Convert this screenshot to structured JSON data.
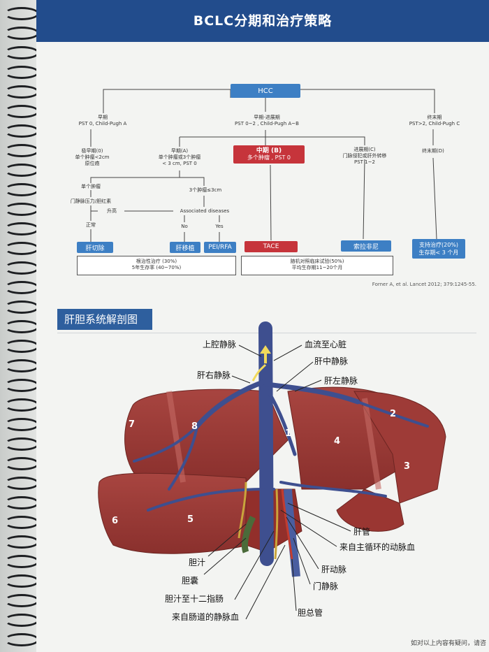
{
  "header": {
    "title": "BCLC分期和治疗策略"
  },
  "flowchart": {
    "root": "HCC",
    "stages": {
      "early": {
        "title": "早期",
        "criteria": "PST 0, Child-Pugh A"
      },
      "early_mid": {
        "title": "早期-进展期",
        "criteria": "PST 0~2 , Child-Pugh A~B"
      },
      "terminal": {
        "title": "终末期",
        "criteria": "PST>2, Child-Pugh C"
      }
    },
    "very_early": {
      "line1": "极早期(0)",
      "line2": "单个肿瘤<2cm",
      "line3": "原位癌"
    },
    "early_a": {
      "line1": "早期(A)",
      "line2": "单个肿瘤或3个肿瘤",
      "line3": "< 3 cm, PST 0"
    },
    "intermediate": {
      "line1": "中期 (B)",
      "line2": "多个肿瘤 , PST 0"
    },
    "advanced": {
      "line1": "进展期(C)",
      "line2": "门脉侵犯或肝外转移",
      "line3": "PST 1~2"
    },
    "end_stage": "终末期(D)",
    "single_tumor": "单个肿瘤",
    "three_tumors": "3个肿瘤≤3cm",
    "portal_pressure": "门静脉压力/胆红素",
    "raised": "升高",
    "associated": "Associated diseases",
    "normal": "正常",
    "no": "No",
    "yes": "Yes",
    "treatments": {
      "resection": "肝切除",
      "transplant": "肝移植",
      "pei_rfa": "PEI/RFA",
      "tace": "TACE",
      "sorafenib": "索拉非尼",
      "supportive_l1": "支持治疗(20%)",
      "supportive_l2": "生存期< 3 个月"
    },
    "summary_curative": {
      "line1": "根治性治疗 (30%)",
      "line2": "5年生存率 (40~70%)"
    },
    "summary_trial": {
      "line1": "随机对照临床试验(50%)",
      "line2": "平均生存期11~20个月"
    },
    "citation": "Forner A, et al. Lancet 2012; 379:1245-55."
  },
  "anatomy": {
    "section_title": "肝胆系统解剖图",
    "labels": {
      "ivc": "上腔静脉",
      "flow_to_heart": "血流至心脏",
      "middle_hv": "肝中静脉",
      "right_hv": "肝右静脉",
      "left_hv": "肝左静脉",
      "hepatic_duct": "肝管",
      "systemic_artery": "来自主循环的动脉血",
      "bile": "胆汁",
      "hepatic_artery": "肝动脉",
      "gallbladder": "胆囊",
      "portal_vein": "门静脉",
      "bile_to_duodenum": "胆汁至十二指肠",
      "common_bile_duct": "胆总管",
      "intestinal_blood": "来自肠道的静脉血"
    },
    "segments": [
      "1",
      "2",
      "3",
      "4",
      "5",
      "6",
      "7",
      "8"
    ]
  },
  "footer": {
    "note": "如对以上内容有疑问，请咨"
  },
  "colors": {
    "header": "#224c8c",
    "treatment_blue": "#3d7fc4",
    "intermediate_red": "#c6343b",
    "liver": "#9b3a36",
    "vein": "#3e4f8f"
  }
}
